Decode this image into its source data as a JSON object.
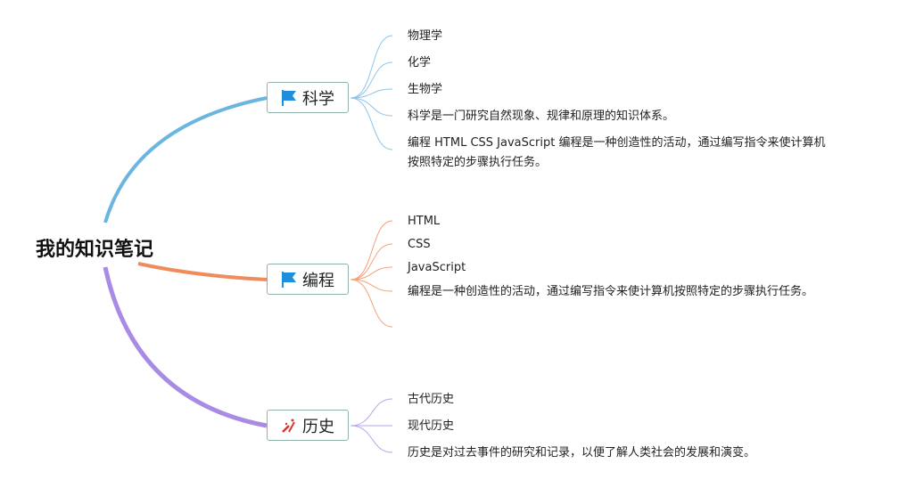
{
  "root": {
    "title": "我的知识笔记"
  },
  "colors": {
    "science": "#6bb5e1",
    "programming": "#f08c5c",
    "history": "#a98be6",
    "flag": "#1e8fdc",
    "tools": "#d23a2f"
  },
  "branches": [
    {
      "label": "科学",
      "icon": "flag-icon",
      "leaves": [
        "物理学",
        "化学",
        "生物学",
        "科学是一门研究自然现象、规律和原理的知识体系。",
        "编程 HTML CSS JavaScript 编程是一种创造性的活动，通过编写指令来使计算机",
        "按照特定的步骤执行任务。"
      ]
    },
    {
      "label": "编程",
      "icon": "flag-icon",
      "leaves": [
        "HTML",
        "CSS",
        "JavaScript",
        "编程是一种创造性的活动，通过编写指令来使计算机按照特定的步骤执行任务。"
      ]
    },
    {
      "label": "历史",
      "icon": "tools-icon",
      "leaves": [
        "古代历史",
        "现代历史",
        "历史是对过去事件的研究和记录，以便了解人类社会的发展和演变。"
      ]
    }
  ]
}
